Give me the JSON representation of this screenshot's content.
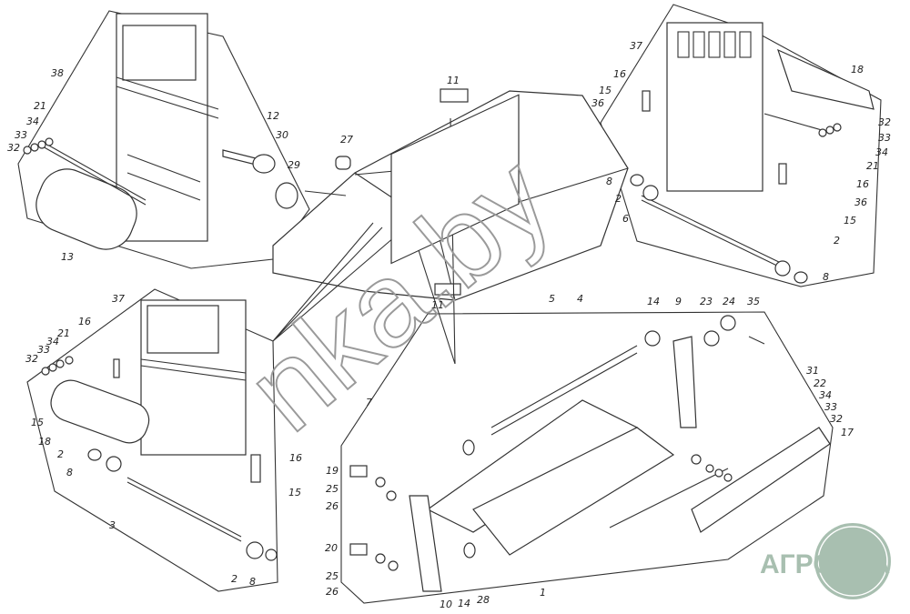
{
  "diagram": {
    "watermark": "nka.by",
    "logo": "АГРОНКА",
    "callouts": [
      "38",
      "21",
      "34",
      "33",
      "32",
      "12",
      "30",
      "29",
      "13",
      "27",
      "11",
      "37",
      "16",
      "15",
      "36",
      "18",
      "32",
      "33",
      "34",
      "21",
      "16",
      "36",
      "15",
      "2",
      "8",
      "8",
      "2",
      "6",
      "11",
      "5",
      "4",
      "14",
      "9",
      "23",
      "24",
      "35",
      "7",
      "31",
      "22",
      "34",
      "33",
      "32",
      "17",
      "19",
      "25",
      "26",
      "20",
      "25",
      "26",
      "10",
      "14",
      "28",
      "1",
      "37",
      "16",
      "21",
      "34",
      "33",
      "32",
      "15",
      "18",
      "2",
      "8",
      "16",
      "15",
      "3",
      "2",
      "8"
    ]
  }
}
